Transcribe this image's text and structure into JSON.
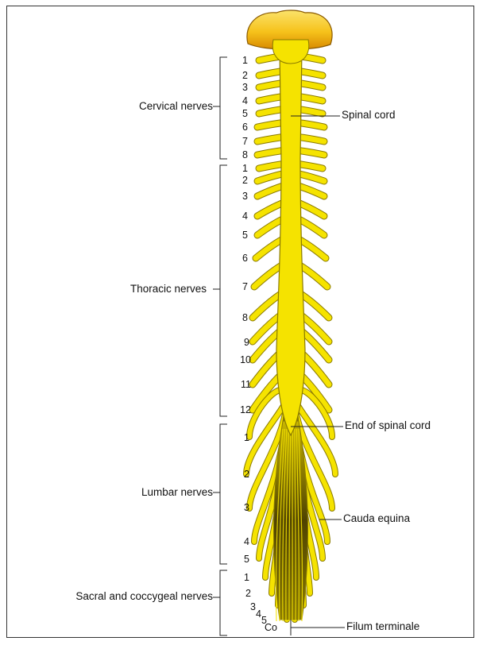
{
  "groups": {
    "cervical": {
      "label": "Cervical nerves",
      "numbers": [
        "1",
        "2",
        "3",
        "4",
        "5",
        "6",
        "7",
        "8"
      ]
    },
    "thoracic": {
      "label": "Thoracic nerves",
      "numbers": [
        "1",
        "2",
        "3",
        "4",
        "5",
        "6",
        "7",
        "8",
        "9",
        "10",
        "11",
        "12"
      ]
    },
    "lumbar": {
      "label": "Lumbar nerves",
      "numbers": [
        "1",
        "2",
        "3",
        "4",
        "5"
      ]
    },
    "sacral": {
      "label": "Sacral and coccygeal nerves",
      "numbers": [
        "1",
        "2",
        "3",
        "4",
        "5",
        "Co"
      ]
    }
  },
  "labels": {
    "spinal_cord": "Spinal cord",
    "end_of_spinal_cord": "End of spinal cord",
    "cauda_equina": "Cauda equina",
    "filum_terminale": "Filum terminale"
  },
  "colors": {
    "nerve": "#f5e300",
    "nerve_outline": "#8a7a00",
    "brain": "#f6c21b",
    "brain_shadow": "#d88a00",
    "cauda_dark": "#5a4a00"
  }
}
